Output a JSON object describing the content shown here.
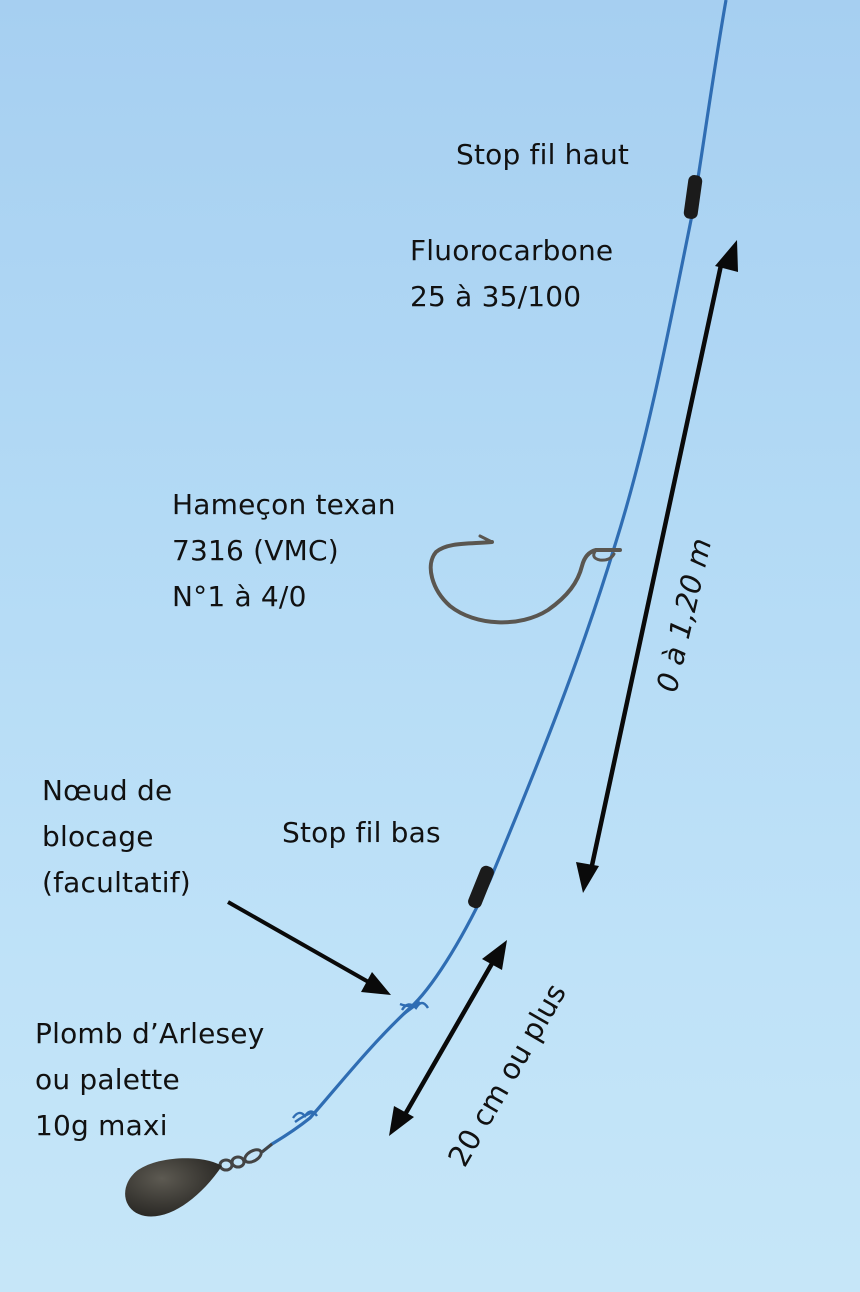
{
  "labels": {
    "stop_haut": "Stop fil haut",
    "fluoro_line1": "Fluorocarbone",
    "fluoro_line2": "25 à 35/100",
    "hamecon_line1": "Hameçon texan",
    "hamecon_line2": "7316 (VMC)",
    "hamecon_line3": "N°1 à 4/0",
    "noeud_line1": "Nœud de",
    "noeud_line2": "blocage",
    "noeud_line3": "(facultatif)",
    "stop_bas": "Stop fil bas",
    "plomb_line1": "Plomb d’Arlesey",
    "plomb_line2": "ou palette",
    "plomb_line3": "10g maxi"
  },
  "dimensions": {
    "long_range": "0 à 1,20 m",
    "short_range": "20 cm ou plus"
  },
  "colors": {
    "line": "#2f6db3",
    "stopper": "#1b1b1b",
    "hook": "#5a5650",
    "sinker": "#3a3833",
    "arrow": "#0a0a0a"
  }
}
